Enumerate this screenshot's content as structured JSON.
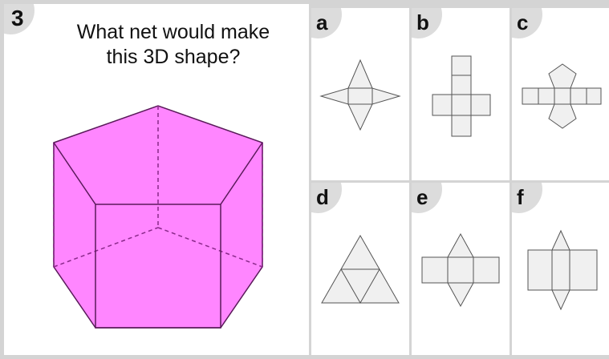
{
  "question": {
    "number": "3",
    "text_line1": "What net would make",
    "text_line2": "this 3D shape?"
  },
  "colors": {
    "shape_fill": "#ff80ff",
    "net_fill": "#f0f0f0",
    "badge": "#dcdcdc"
  },
  "options": [
    {
      "label": "a"
    },
    {
      "label": "b"
    },
    {
      "label": "c"
    },
    {
      "label": "d"
    },
    {
      "label": "e"
    },
    {
      "label": "f"
    }
  ]
}
